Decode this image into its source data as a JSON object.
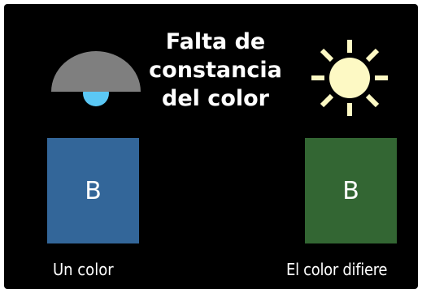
{
  "title": {
    "line1": "Falta de",
    "line2": "constancia",
    "line3": "del color"
  },
  "icons": {
    "left": "lamp-icon",
    "right": "sun-icon"
  },
  "swatches": {
    "left": {
      "letter": "B",
      "color": "#336699",
      "caption": "Un color"
    },
    "right": {
      "letter": "B",
      "color": "#336633",
      "caption": "El color difiere"
    }
  },
  "colors": {
    "background": "#000000",
    "text": "#ffffff",
    "lamp_shade": "#7f7f7f",
    "lamp_bulb": "#5bc8f5",
    "sun": "#fdf9c4"
  }
}
